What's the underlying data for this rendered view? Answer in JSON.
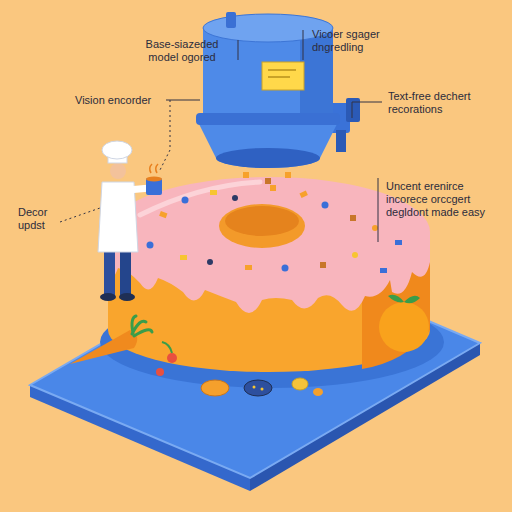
{
  "diagram": {
    "labels": [
      "Base-siazeded model ogored",
      "Vicoer sgager dngredling",
      "Vision encorder",
      "Text-free dechert recorations",
      "Decor updst",
      "Uncent erenirce incorece orccgert degldont made easy"
    ]
  }
}
